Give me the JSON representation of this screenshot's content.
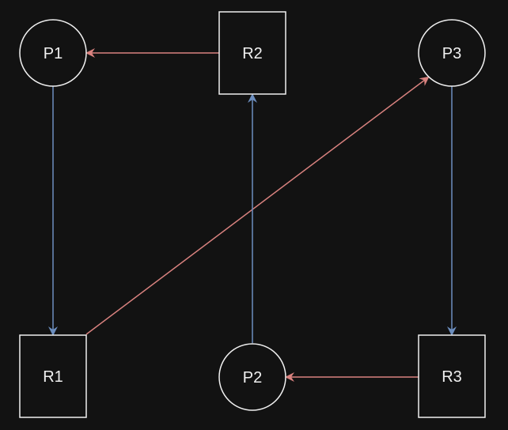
{
  "diagram": {
    "colors": {
      "background": "#121212",
      "node_stroke": "#f0f0f0",
      "text": "#f0f0f0",
      "request_edge": "#6c8ebf",
      "assignment_edge": "#d9827f"
    },
    "nodes": [
      {
        "id": "P1",
        "kind": "process",
        "label": "P1"
      },
      {
        "id": "R2",
        "kind": "resource",
        "label": "R2"
      },
      {
        "id": "P3",
        "kind": "process",
        "label": "P3"
      },
      {
        "id": "R1",
        "kind": "resource",
        "label": "R1"
      },
      {
        "id": "P2",
        "kind": "process",
        "label": "P2"
      },
      {
        "id": "R3",
        "kind": "resource",
        "label": "R3"
      }
    ],
    "edges": [
      {
        "from": "R2",
        "to": "P1",
        "kind": "assignment"
      },
      {
        "from": "P1",
        "to": "R1",
        "kind": "request"
      },
      {
        "from": "R1",
        "to": "P3",
        "kind": "assignment"
      },
      {
        "from": "P2",
        "to": "R2",
        "kind": "request"
      },
      {
        "from": "P3",
        "to": "R3",
        "kind": "request"
      },
      {
        "from": "R3",
        "to": "P2",
        "kind": "assignment"
      }
    ]
  }
}
